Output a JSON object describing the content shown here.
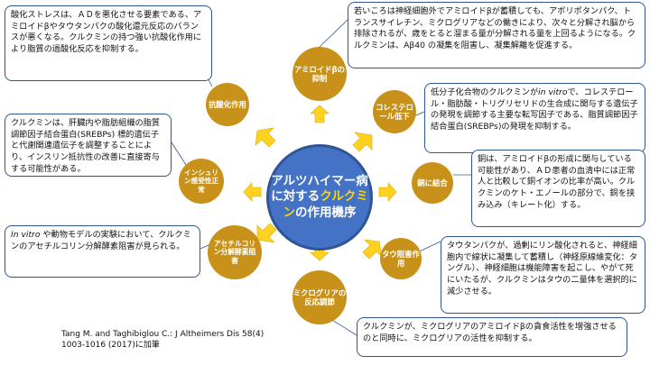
{
  "center": {
    "part1": "アルツハイマー病に対する",
    "highlight": "クルクミン",
    "part2": "の作用機序"
  },
  "nodes": {
    "amyloid": "アミロイドβの抑制",
    "cholesterol": "コレステロール低下",
    "copper": "銅に結合",
    "tau": "タウ阻害作用",
    "microglia": "ミクログリアの反応調節",
    "ache": "アセチルコリン分解酵素阻害",
    "insulin": "インシュリン感受性正常",
    "antioxidant": "抗酸化作用"
  },
  "callouts": {
    "antioxidant": "酸化ストレスは、ＡＤを悪化させる要素である、アミロイドβやタウタンパクの酸化還元反応のバランスが悪くなる。クルクミンの持つ強い抗酸化作用により脂質の過酸化反応を抑制する。",
    "amyloid": "若いころは神経細胞外でアミロイドβが蓄積しても、アポリポタンパク、トランスサイレチン、ミクログリアなどの働きにより、次々と分解され脳から排除されるが、歳をとると溜まる量が分解される量を上回るようになる。クルクミンは、Aβ40 の凝集を阻害し、凝集解離を促進する。",
    "cholesterol_pre": "低分子化合物のクルクミンが",
    "cholesterol_italic": "in vitro",
    "cholesterol_post": "で、コレステロール・脂肪酸・トリグリセリドの生合成に関与する遺伝子の発現を調節する主要な転写因子である、脂質調節因子結合蛋白(SREBPs)の発現を抑制する。",
    "insulin": "クルクミンは、肝臓内や脂肪組織の脂質調節因子結合蛋白(SREBPs) 標的遺伝子と代謝関連遺伝子を調整することにより、インスリン抵抗性の改善に直接寄与する可能性がある。",
    "copper": "銅は、アミロイドβの形成に関与している可能性があり、ＡＤ患者の血清中には正常人と比較して銅イオンの比率が高い。クルクミンのケト・エノールの部分で、銅を挟み込み（キレート化）する。",
    "ache_italic": "In vitro",
    "ache_post": " や動物モデルの実験において、クルクミンのアセチルコリン分解酵素阻害が見られる。",
    "tau": "タウタンパクが、過剰にリン酸化されると、神経細胞内で線状に凝集して蓄積し（神経原線維変化：タングル）、神経細胞は機能障害を起こし、やがて死にいたるが、クルクミンはタウの二量体を選択的に減少させる。",
    "microglia": "クルクミンが、ミクログリアのアミロイドβの貪食活性を増強させるのと同時に、ミクログリアの活性を抑制する。"
  },
  "citation": "Tang M. and Taghibiglou C.: J Altheimers Dis 58(4)\n1003-1016 (2017)に加筆",
  "colors": {
    "node": "#c8921a",
    "center": "#4472c4",
    "highlight": "#ffd700",
    "arrow": "#ffd21f",
    "border": "#2f5597"
  }
}
